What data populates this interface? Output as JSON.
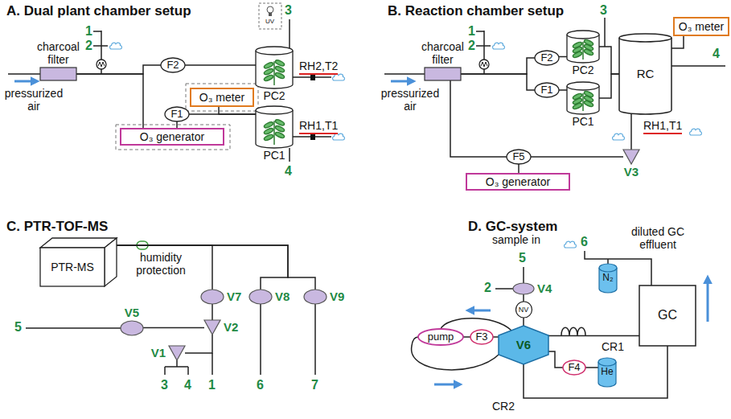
{
  "diagram": {
    "nodes": [
      {
        "text": [
          "charcoal filter"
        ]
      },
      {
        "text": [
          "F2"
        ]
      },
      {
        "text": [
          "PC2"
        ]
      },
      {
        "text": [
          "O₃ meter"
        ]
      },
      {
        "text": [
          "F1"
        ]
      },
      {
        "text": [
          "PC1"
        ]
      },
      {
        "text": [
          "O₃ generator"
        ]
      },
      {
        "text": [
          "charcoal filter"
        ]
      },
      {
        "text": [
          "F2"
        ]
      },
      {
        "text": [
          "F1"
        ]
      },
      {
        "text": [
          "PC2"
        ]
      },
      {
        "text": [
          "PC1"
        ]
      },
      {
        "text": [
          "RC"
        ]
      },
      {
        "text": [
          "O₃ meter"
        ]
      },
      {
        "text": [
          "V3"
        ]
      },
      {
        "text": [
          "F5"
        ]
      },
      {
        "text": [
          "O₃ generator"
        ]
      },
      {
        "text": [
          "PTR-MS"
        ]
      },
      {
        "text": [
          "V7"
        ]
      },
      {
        "text": [
          "V8"
        ]
      },
      {
        "text": [
          "V9"
        ]
      },
      {
        "text": [
          "V5"
        ]
      },
      {
        "text": [
          "V2"
        ]
      },
      {
        "text": [
          "V1"
        ]
      },
      {
        "text": [
          "V4"
        ]
      },
      {
        "text": [
          "NV"
        ]
      },
      {
        "text": [
          "pump"
        ]
      },
      {
        "text": [
          "F3"
        ]
      },
      {
        "text": [
          "V6"
        ]
      },
      {
        "text": [
          "F4"
        ]
      },
      {
        "text": [
          "He"
        ]
      },
      {
        "text": [
          "N₂"
        ]
      },
      {
        "text": [
          "GC"
        ]
      }
    ],
    "edges": [
      {
        "from": 0,
        "to": 1,
        "arrow": "none"
      },
      {
        "from": 0,
        "to": 6,
        "arrow": "none"
      },
      {
        "from": 6,
        "to": 4,
        "arrow": "none"
      },
      {
        "from": 1,
        "to": 2,
        "arrow": "none"
      },
      {
        "from": 4,
        "to": 5,
        "arrow": "none"
      },
      {
        "from": 3,
        "to": 5,
        "arrow": "none"
      },
      {
        "from": 7,
        "to": 8,
        "arrow": "none"
      },
      {
        "from": 7,
        "to": 9,
        "arrow": "none"
      },
      {
        "from": 8,
        "to": 10,
        "arrow": "none"
      },
      {
        "from": 9,
        "to": 11,
        "arrow": "none"
      },
      {
        "from": 10,
        "to": 12,
        "arrow": "none"
      },
      {
        "from": 11,
        "to": 12,
        "arrow": "none"
      },
      {
        "from": 12,
        "to": 13,
        "arrow": "none"
      },
      {
        "from": 7,
        "to": 15,
        "arrow": "none"
      },
      {
        "from": 16,
        "to": 15,
        "arrow": "none"
      },
      {
        "from": 15,
        "to": 14,
        "arrow": "none"
      },
      {
        "from": 12,
        "to": 14,
        "arrow": "none"
      },
      {
        "from": 17,
        "to": 18,
        "arrow": "none"
      },
      {
        "from": 17,
        "to": 19,
        "arrow": "none"
      },
      {
        "from": 17,
        "to": 20,
        "arrow": "none"
      },
      {
        "from": 21,
        "to": 22,
        "arrow": "none"
      },
      {
        "from": 22,
        "to": 18,
        "arrow": "none"
      },
      {
        "from": 22,
        "to": 23,
        "arrow": "none"
      },
      {
        "from": 24,
        "to": 25,
        "arrow": "none"
      },
      {
        "from": 25,
        "to": 28,
        "arrow": "none"
      },
      {
        "from": 26,
        "to": 27,
        "arrow": "none"
      },
      {
        "from": 27,
        "to": 28,
        "arrow": "none"
      },
      {
        "from": 28,
        "to": 32,
        "arrow": "none"
      },
      {
        "from": 30,
        "to": 29,
        "arrow": "none"
      },
      {
        "from": 29,
        "to": 28,
        "arrow": "none"
      },
      {
        "from": 28,
        "to": 32,
        "arrow": "none"
      }
    ],
    "labels": [
      "A. Dual plant chamber setup",
      "pressurized air",
      "1",
      "2",
      "UV",
      "3",
      "RH2,T2",
      "RH1,T1",
      "4",
      "B. Reaction chamber setup",
      "pressurized air",
      "1",
      "2",
      "3",
      "4",
      "RH1,T1",
      "C. PTR-TOF-MS",
      "humidity protection",
      "5",
      "3",
      "4",
      "1",
      "6",
      "7",
      "D. GC-system",
      "sample in",
      "5",
      "2",
      "6",
      "diluted GC effluent",
      "CR1",
      "CR2"
    ]
  }
}
